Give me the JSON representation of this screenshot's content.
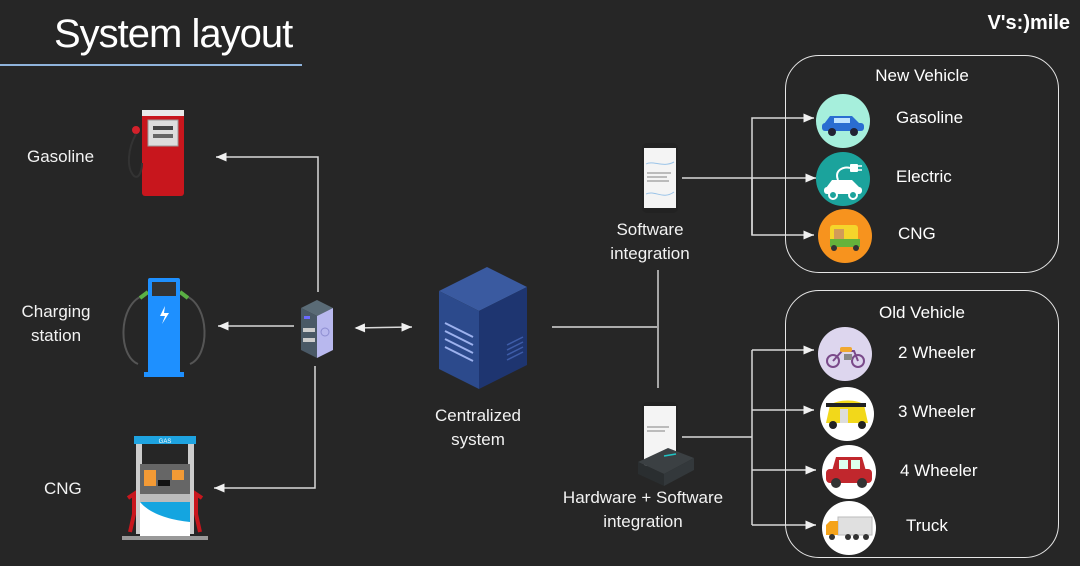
{
  "header": {
    "title": "System layout",
    "brand": "V's:)mile"
  },
  "stations": [
    {
      "label": "Gasoline",
      "icon": "gasoline-pump-icon"
    },
    {
      "label": "Charging station",
      "label_lines": [
        "Charging",
        "station"
      ],
      "icon": "ev-charging-station-icon"
    },
    {
      "label": "CNG",
      "icon": "cng-pump-icon"
    }
  ],
  "local_server": {
    "icon": "local-server-icon"
  },
  "central": {
    "label_lines": [
      "Centralized",
      "system"
    ],
    "icon": "central-server-icon"
  },
  "software": {
    "label_lines": [
      "Software",
      "integration"
    ],
    "icon": "smartphone-icon"
  },
  "hardware": {
    "label_lines": [
      "Hardware + Software",
      "integration"
    ],
    "icon": "smartphone-with-device-icon"
  },
  "new_vehicle": {
    "title": "New Vehicle",
    "items": [
      {
        "label": "Gasoline",
        "icon": "car-icon",
        "color": "#a6efdc"
      },
      {
        "label": "Electric",
        "icon": "electric-car-icon",
        "color": "#1ba39c"
      },
      {
        "label": "CNG",
        "icon": "auto-rickshaw-icon",
        "color": "#f7931e"
      }
    ]
  },
  "old_vehicle": {
    "title": "Old Vehicle",
    "items": [
      {
        "label": "2 Wheeler",
        "icon": "motorcycle-icon",
        "color": "#ddd6ee"
      },
      {
        "label": "3 Wheeler",
        "icon": "auto-rickshaw-icon",
        "color": "#ffffff"
      },
      {
        "label": "4 Wheeler",
        "icon": "red-car-icon",
        "color": "#ffffff"
      },
      {
        "label": "Truck",
        "icon": "truck-icon",
        "color": "#ffffff"
      }
    ]
  }
}
